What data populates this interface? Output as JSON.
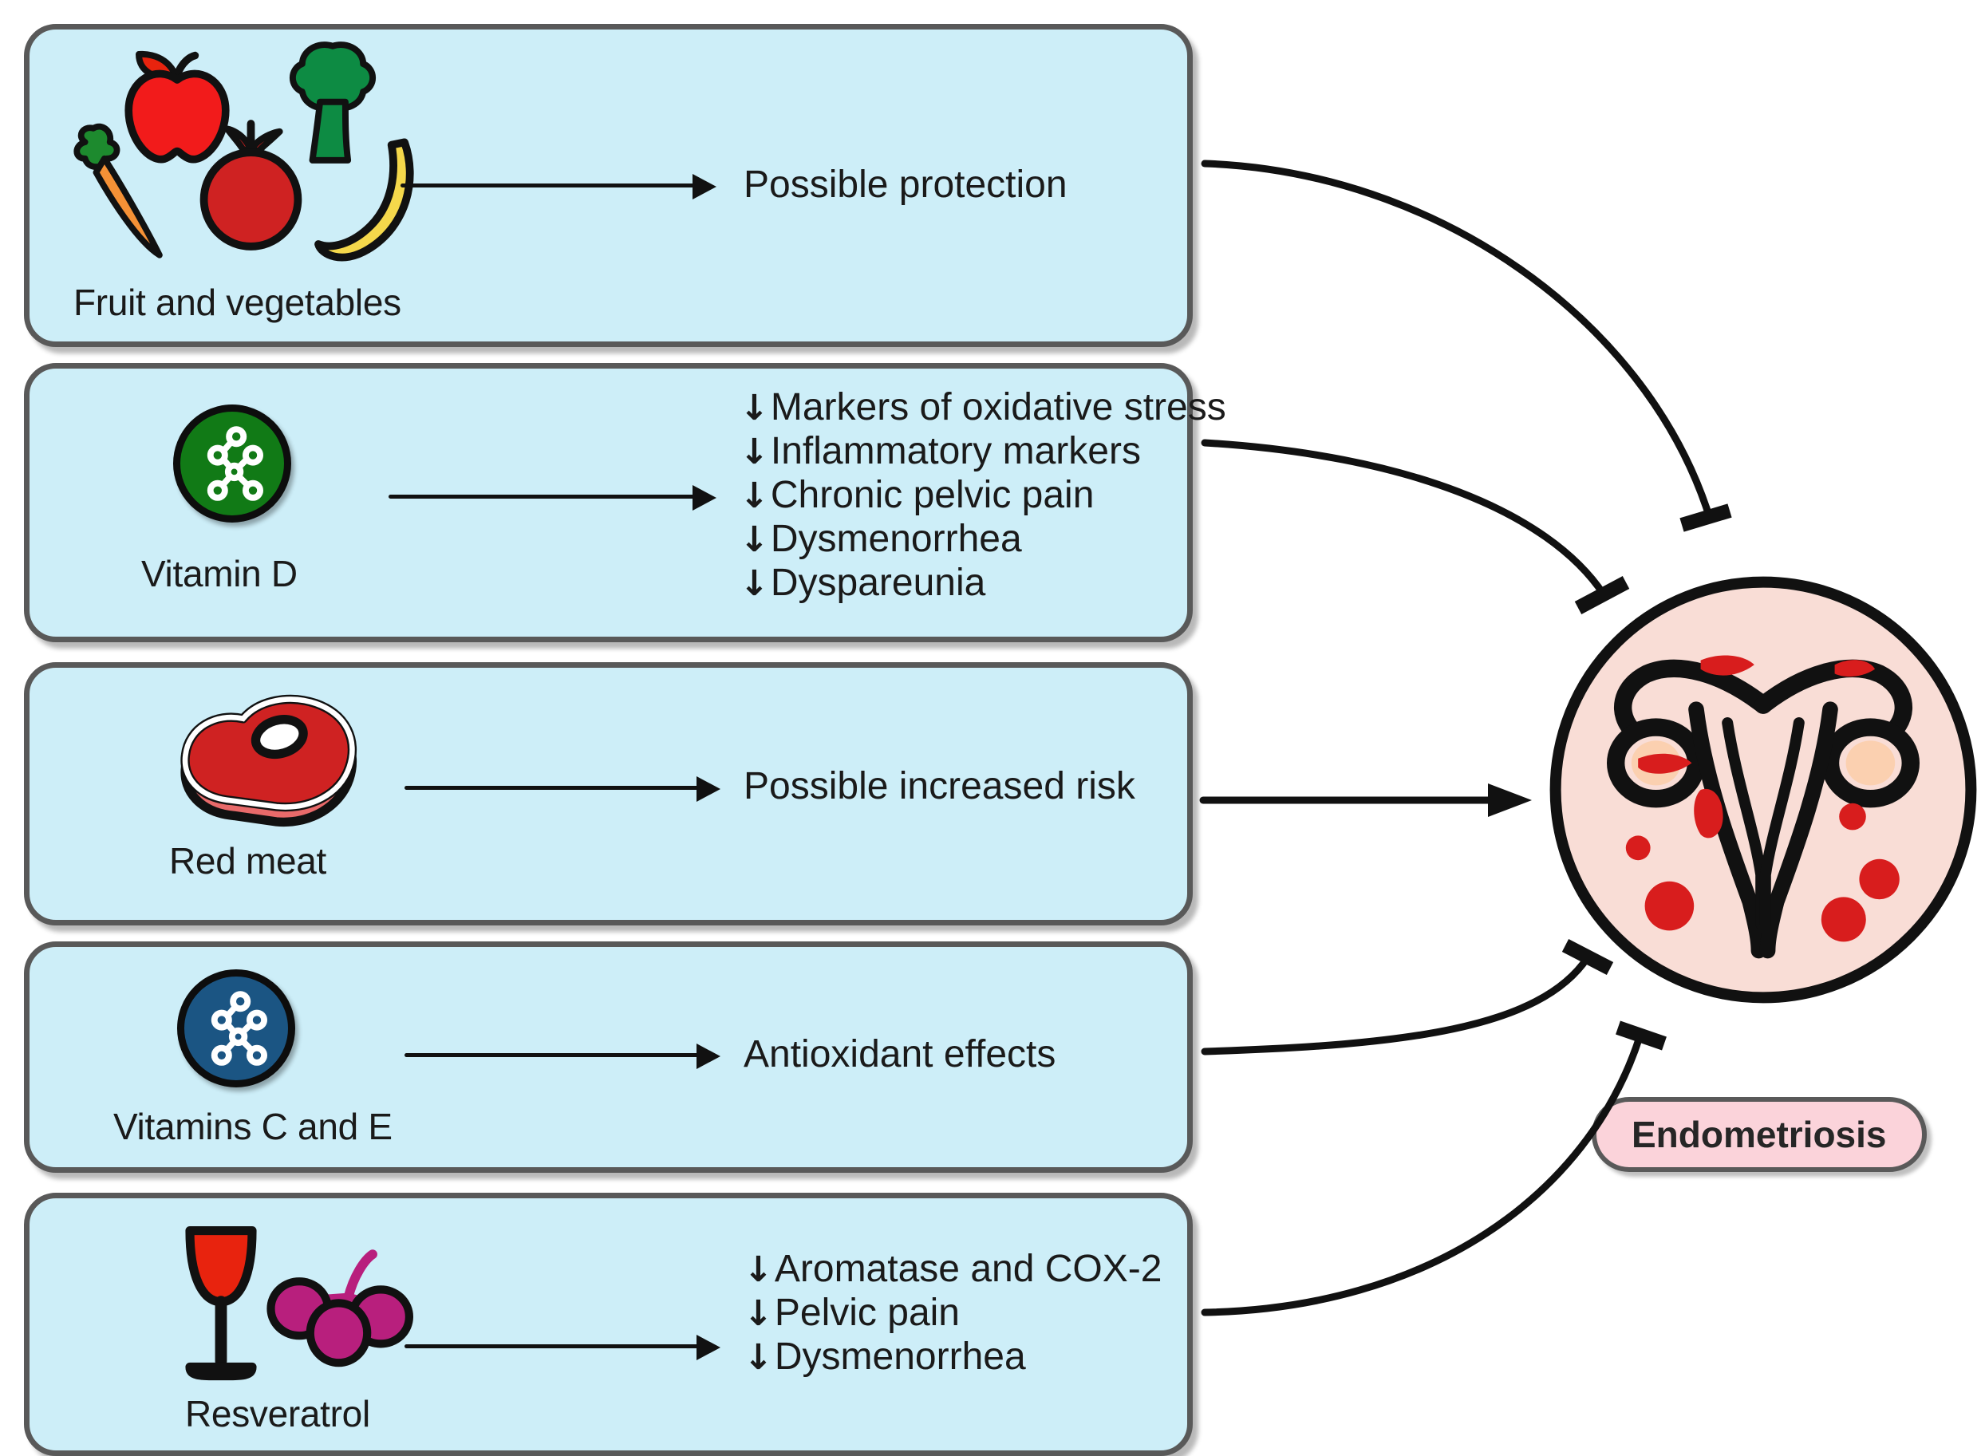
{
  "diagram": {
    "title_target": "Endometriosis",
    "colors": {
      "panel_fill": "#cdeef8",
      "panel_border": "#595959",
      "badge_fill": "#fbd3da",
      "uterus_fill": "#f9ddd6",
      "lesion_red": "#dd1c1c",
      "vitamin_d_green": "#117a16",
      "vitamins_ce_blue": "#1b5583",
      "meat_red": "#cf2222",
      "grape_magenta": "#b81f7d",
      "wine_red": "#e8230e",
      "banana_yellow": "#f5d84b",
      "carrot_orange": "#f59136",
      "broccoli_green": "#0d8b43"
    },
    "panels": [
      {
        "id": "fruit-and-vegetables",
        "label": "Fruit and vegetables",
        "icon_names": [
          "apple-icon",
          "broccoli-icon",
          "carrot-icon",
          "tomato-icon",
          "banana-icon"
        ],
        "outcomes": [
          "Possible protection"
        ],
        "outcome_prefix": "",
        "link_type": "inhibition"
      },
      {
        "id": "vitamin-d",
        "label": "Vitamin D",
        "icon_names": [
          "molecule-icon"
        ],
        "outcomes": [
          "Markers of oxidative stress",
          "Inflammatory markers",
          "Chronic pelvic pain",
          "Dysmenorrhea",
          "Dyspareunia"
        ],
        "outcome_prefix": "↓",
        "link_type": "inhibition"
      },
      {
        "id": "red-meat",
        "label": "Red meat",
        "icon_names": [
          "steak-icon"
        ],
        "outcomes": [
          "Possible increased risk"
        ],
        "outcome_prefix": "",
        "link_type": "promotion"
      },
      {
        "id": "vitamins-c-and-e",
        "label": "Vitamins C and E",
        "icon_names": [
          "molecule-icon"
        ],
        "outcomes": [
          "Antioxidant effects"
        ],
        "outcome_prefix": "",
        "link_type": "inhibition"
      },
      {
        "id": "resveratrol",
        "label": "Resveratrol",
        "icon_names": [
          "wine-glass-icon",
          "grapes-icon"
        ],
        "outcomes": [
          "Aromatase and COX-2",
          "Pelvic pain",
          "Dysmenorrhea"
        ],
        "outcome_prefix": "↓",
        "link_type": "inhibition"
      }
    ]
  }
}
